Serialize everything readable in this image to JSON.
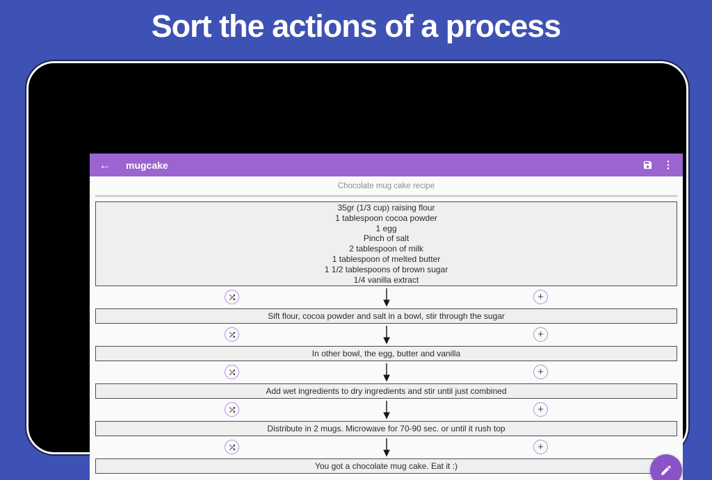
{
  "banner": {
    "title": "Sort the actions of a process"
  },
  "colors": {
    "background_blue": "#3E51B4",
    "appbar_purple": "#9B64D1",
    "fab_purple": "#8A53C8",
    "circle_accent": "#B68CE2",
    "box_background": "#EFEFEF"
  },
  "app": {
    "appbar": {
      "back_glyph": "←",
      "title": "mugcake",
      "overflow_glyph": "⋮"
    },
    "recipe_title": "Chocolate mug cake recipe",
    "ingredients": [
      "35gr (1/3 cup) raising flour",
      "1 tablespoon cocoa powder",
      "1 egg",
      "Pinch of salt",
      "2 tablespoon of milk",
      "1 tablespoon of melted butter",
      "1 1/2 tablespoons of brown sugar",
      "1/4 vanilla extract"
    ],
    "steps": [
      "Sift flour, cocoa powder and salt in a bowl, stir through the sugar",
      "In other bowl, the egg, butter and vanilla",
      "Add wet ingredients to dry ingredients and stir until just combined",
      "Distribute in 2 mugs. Microwave for 70-90 sec. or until it rush top",
      "You got a chocolate mug cake. Eat it :)"
    ],
    "connector": {
      "plus_glyph": "+"
    }
  }
}
